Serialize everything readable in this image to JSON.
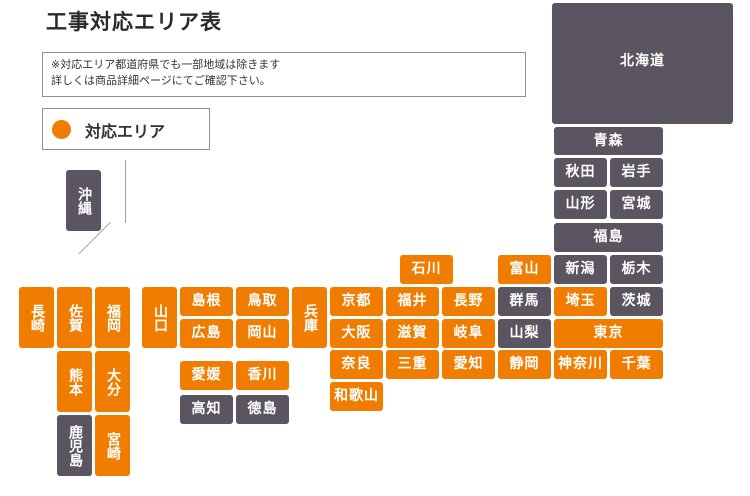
{
  "header": {
    "title": "工事対応エリア表",
    "note_line1": "※対応エリア都道府県でも一部地域は除きます",
    "note_line2": "詳しくは商品詳細ページにてご確認下さい。"
  },
  "legend": {
    "label": "対応エリア",
    "color": "#f07d00"
  },
  "colors": {
    "covered": "#f07d00",
    "not_covered": "#5a5560"
  },
  "prefectures": [
    {
      "key": "hokkaido",
      "name": "北海道",
      "covered": false
    },
    {
      "key": "aomori",
      "name": "青森",
      "covered": false
    },
    {
      "key": "akita",
      "name": "秋田",
      "covered": false
    },
    {
      "key": "iwate",
      "name": "岩手",
      "covered": false
    },
    {
      "key": "yamagata",
      "name": "山形",
      "covered": false
    },
    {
      "key": "miyagi",
      "name": "宮城",
      "covered": false
    },
    {
      "key": "fukushima",
      "name": "福島",
      "covered": false
    },
    {
      "key": "niigata",
      "name": "新潟",
      "covered": false
    },
    {
      "key": "tochigi",
      "name": "栃木",
      "covered": false
    },
    {
      "key": "toyama",
      "name": "富山",
      "covered": true
    },
    {
      "key": "ishikawa",
      "name": "石川",
      "covered": true
    },
    {
      "key": "gunma",
      "name": "群馬",
      "covered": false
    },
    {
      "key": "saitama",
      "name": "埼玉",
      "covered": true
    },
    {
      "key": "ibaraki",
      "name": "茨城",
      "covered": false
    },
    {
      "key": "yamanashi",
      "name": "山梨",
      "covered": false
    },
    {
      "key": "tokyo",
      "name": "東京",
      "covered": true
    },
    {
      "key": "shizuoka",
      "name": "静岡",
      "covered": true
    },
    {
      "key": "kanagawa",
      "name": "神奈川",
      "covered": true
    },
    {
      "key": "chiba",
      "name": "千葉",
      "covered": true
    },
    {
      "key": "fukui",
      "name": "福井",
      "covered": true
    },
    {
      "key": "nagano",
      "name": "長野",
      "covered": true
    },
    {
      "key": "shiga",
      "name": "滋賀",
      "covered": true
    },
    {
      "key": "gifu",
      "name": "岐阜",
      "covered": true
    },
    {
      "key": "mie",
      "name": "三重",
      "covered": true
    },
    {
      "key": "aichi",
      "name": "愛知",
      "covered": true
    },
    {
      "key": "kyoto",
      "name": "京都",
      "covered": true
    },
    {
      "key": "osaka",
      "name": "大阪",
      "covered": true
    },
    {
      "key": "nara",
      "name": "奈良",
      "covered": true
    },
    {
      "key": "wakayama",
      "name": "和歌山",
      "covered": true
    },
    {
      "key": "hyogo",
      "name": "兵庫",
      "covered": true
    },
    {
      "key": "shimane",
      "name": "島根",
      "covered": true
    },
    {
      "key": "tottori",
      "name": "鳥取",
      "covered": true
    },
    {
      "key": "hiroshima",
      "name": "広島",
      "covered": true
    },
    {
      "key": "okayama",
      "name": "岡山",
      "covered": true
    },
    {
      "key": "yamaguchi",
      "name": "山口",
      "covered": true
    },
    {
      "key": "ehime",
      "name": "愛媛",
      "covered": true
    },
    {
      "key": "kagawa",
      "name": "香川",
      "covered": true
    },
    {
      "key": "kochi",
      "name": "高知",
      "covered": false
    },
    {
      "key": "tokushima",
      "name": "徳島",
      "covered": false
    },
    {
      "key": "nagasaki",
      "name": "長崎",
      "covered": true
    },
    {
      "key": "saga",
      "name": "佐賀",
      "covered": true
    },
    {
      "key": "fukuoka",
      "name": "福岡",
      "covered": true
    },
    {
      "key": "kumamoto",
      "name": "熊本",
      "covered": true
    },
    {
      "key": "oita",
      "name": "大分",
      "covered": true
    },
    {
      "key": "kagoshima",
      "name": "鹿児島",
      "covered": false
    },
    {
      "key": "miyazaki",
      "name": "宮崎",
      "covered": true
    },
    {
      "key": "okinawa",
      "name": "沖縄",
      "covered": false
    }
  ]
}
